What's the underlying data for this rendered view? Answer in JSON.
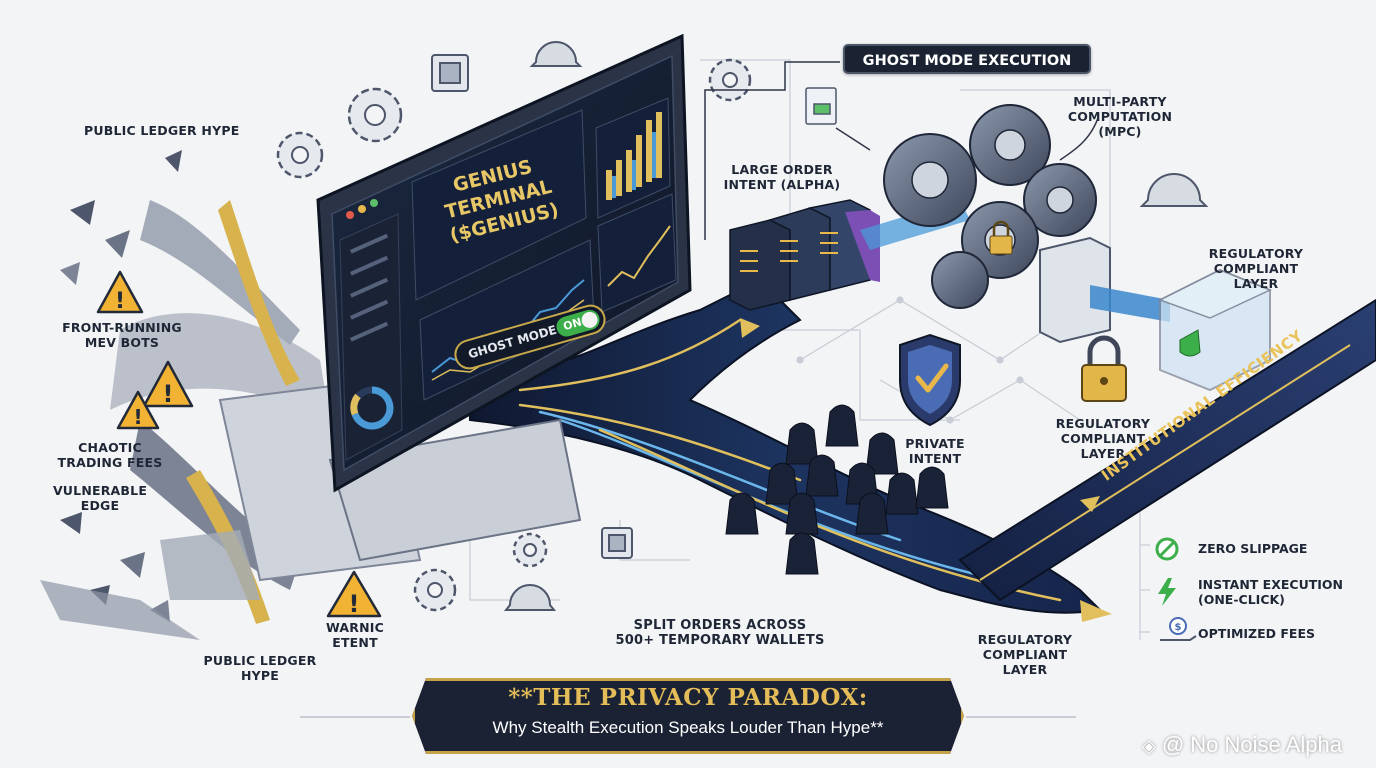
{
  "title_box": "GHOST MODE EXECUTION",
  "labels": {
    "public_ledger_hype_top": "PUBLIC LEDGER HYPE",
    "front_running": [
      "FRONT-RUNNING",
      "MEV BOTS"
    ],
    "chaotic_fees": [
      "CHAOTIC",
      "TRADING FEES"
    ],
    "vulnerable_edge": [
      "VULNERABLE",
      "EDGE"
    ],
    "public_ledger_hype_bottom": [
      "PUBLIC LEDGER",
      "HYPE"
    ],
    "warning": [
      "WARNIC",
      "ETENT"
    ],
    "large_order": [
      "LARGE ORDER",
      "INTENT (ALPHA)"
    ],
    "mpc": [
      "MULTI-PARTY",
      "COMPUTATION",
      "(MPC)"
    ],
    "regulatory_top": [
      "REGULATORY",
      "COMPLIANT",
      "LAYER"
    ],
    "regulatory_mid": [
      "REGULATORY",
      "COMPLIANT",
      "LAYER"
    ],
    "regulatory_bottom": [
      "REGULATORY",
      "COMPLIANT",
      "LAYER"
    ],
    "private_intent": [
      "PRIVATE",
      "INTENT"
    ],
    "split_orders": [
      "SPLIT ORDERS ACROSS",
      "500+ TEMPORARY WALLETS"
    ],
    "institutional_efficiency": "INSTITUTIONAL EFFICIENCY"
  },
  "terminal": {
    "screen_title": [
      "GENIUS TERMINAL",
      "($GENIUS)"
    ],
    "ghost_mode_label": "GHOST MODE:",
    "ghost_mode_state": "ON"
  },
  "benefits": [
    {
      "icon": "no-slippage-icon",
      "lines": [
        "ZERO SLIPPAGE"
      ]
    },
    {
      "icon": "lightning-icon",
      "lines": [
        "INSTANT EXECUTION",
        "(ONE-CLICK)"
      ]
    },
    {
      "icon": "dollar-hand-icon",
      "lines": [
        "OPTIMIZED FEES"
      ]
    }
  ],
  "banner": {
    "line1": "**THE PRIVACY PARADOX:",
    "line2": "Why Stealth Execution Speaks Louder Than Hype**"
  },
  "watermark": "@ No Noise Alpha",
  "colors": {
    "navy": "#1b2333",
    "gold": "#d9b24e",
    "blue_flow": "#5aa7e0",
    "success_green": "#3cae4a",
    "warning_amber": "#f2b233"
  }
}
